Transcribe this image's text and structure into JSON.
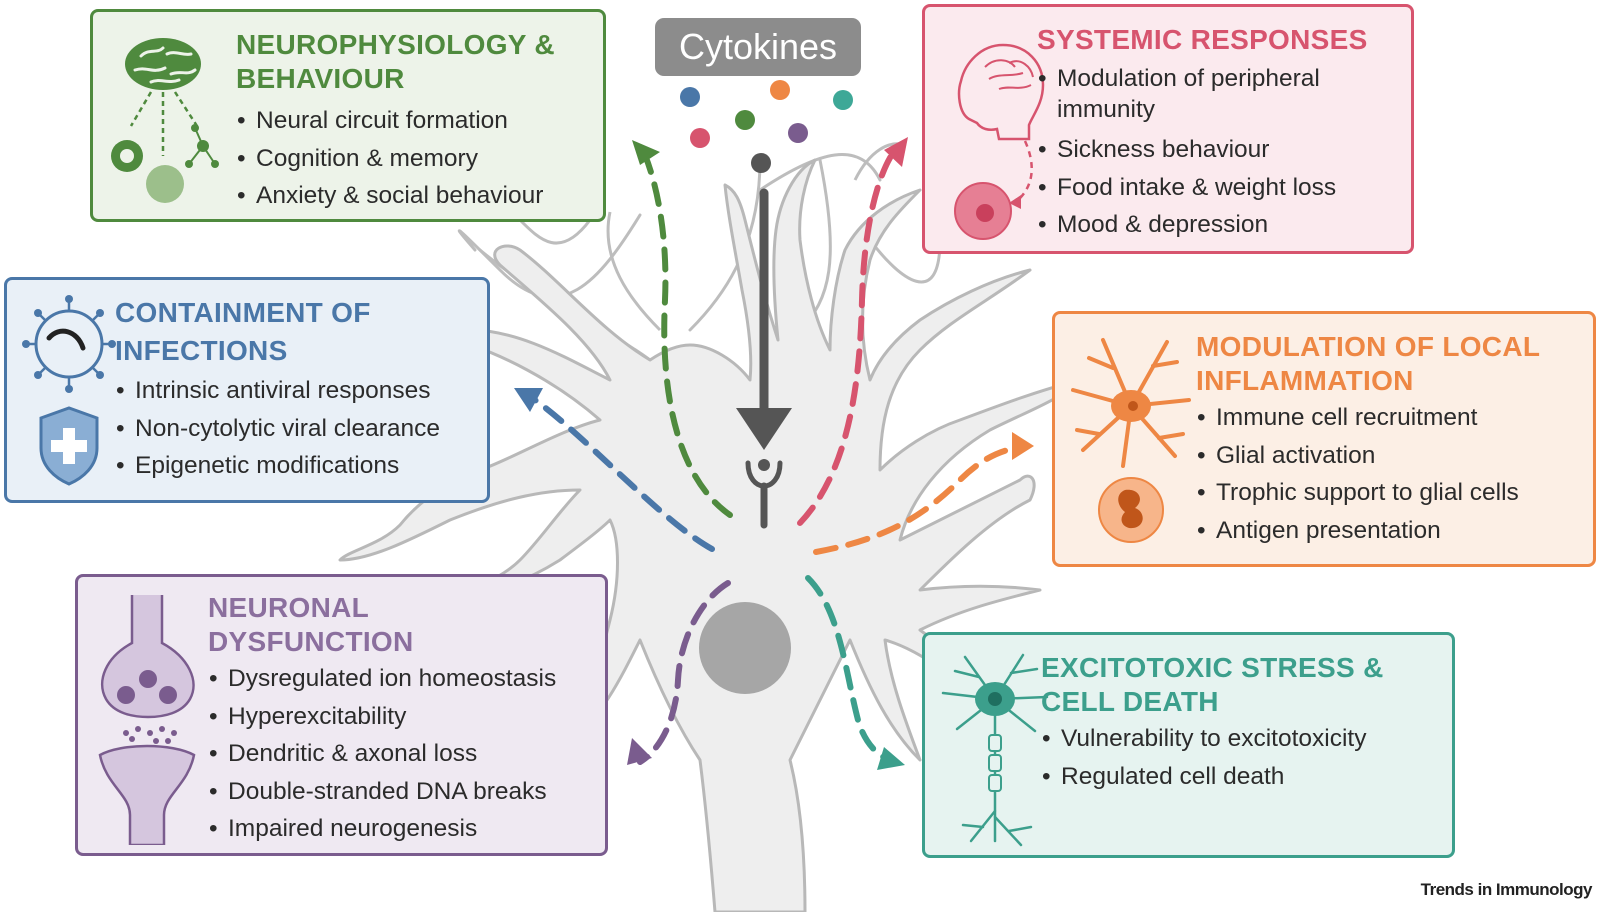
{
  "cytokines_label": "Cytokines",
  "credit": "Trends in Immunology",
  "colors": {
    "green": "#4f8a3e",
    "pink": "#d7546e",
    "blue": "#4a77a8",
    "orange": "#ee8744",
    "purple": "#7a5c8e",
    "teal": "#3c9f8c",
    "neuron_fill": "#efefef",
    "neuron_stroke": "#b9b9b9",
    "arrow_gray": "#555555"
  },
  "boxes": {
    "neurophysiology": {
      "title_line1": "NEUROPHYSIOLOGY &",
      "title_line2": "BEHAVIOUR",
      "items": [
        "Neural circuit formation",
        "Cognition & memory",
        "Anxiety & social behaviour"
      ]
    },
    "systemic": {
      "title_line1": "SYSTEMIC RESPONSES",
      "items": [
        "Modulation of peripheral immunity",
        "Sickness behaviour",
        "Food intake & weight loss",
        "Mood & depression"
      ]
    },
    "containment": {
      "title_line1": "CONTAINMENT OF",
      "title_line2": "INFECTIONS",
      "items": [
        "Intrinsic antiviral responses",
        "Non-cytolytic viral clearance",
        "Epigenetic modifications"
      ]
    },
    "local_inflammation": {
      "title_line1": "MODULATION OF LOCAL",
      "title_line2": "INFLAMMATION",
      "items": [
        "Immune cell recruitment",
        "Glial activation",
        "Trophic support to glial cells",
        "Antigen presentation"
      ]
    },
    "dysfunction": {
      "title_line1": "NEURONAL",
      "title_line2": "DYSFUNCTION",
      "items": [
        "Dysregulated ion homeostasis",
        "Hyperexcitability",
        "Dendritic & axonal loss",
        "Double-stranded DNA breaks",
        "Impaired neurogenesis"
      ]
    },
    "excitotoxic": {
      "title_line1": "EXCITOTOXIC STRESS &",
      "title_line2": "CELL DEATH",
      "items": [
        "Vulnerability to excitotoxicity",
        "Regulated cell death"
      ]
    }
  },
  "cytokine_dots": [
    "#4a77a8",
    "#ee8744",
    "#3ea897",
    "#d7546e",
    "#4f8a3e",
    "#7a5c8e",
    "#555555"
  ]
}
